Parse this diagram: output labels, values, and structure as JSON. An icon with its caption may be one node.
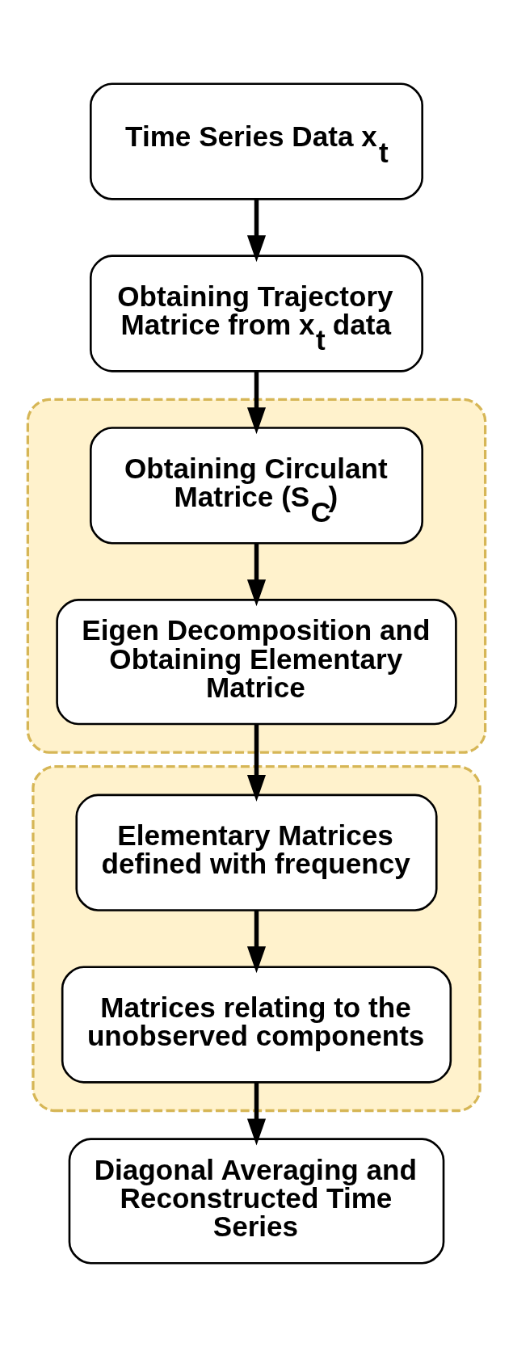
{
  "diagram": {
    "nodes": [
      {
        "text": [
          "Time Series Data x$_{t}$"
        ]
      },
      {
        "text": [
          "Obtaining Trajectory Matrice from x$_{t}$ data"
        ]
      },
      {
        "text": [],
        "shape": "box"
      },
      {
        "text": [
          "Obtaining Circulant Matrice (S$_{C}$)"
        ],
        "in": 2
      },
      {
        "text": [
          "Eigen Decomposition and Obtaining Elementary Matrice"
        ],
        "in": 2
      },
      {
        "text": [],
        "shape": "box"
      },
      {
        "text": [
          "Elementary Matrices defined with frequency"
        ],
        "in": 5
      },
      {
        "text": [
          "Matrices relating to the unobserved components"
        ],
        "in": 5
      },
      {
        "text": [
          "Diagonal Averaging and Reconstructed Time Series"
        ]
      }
    ],
    "edges": [
      {
        "from": 0,
        "to": 1,
        "arrow": "to"
      },
      {
        "from": 1,
        "to": 3,
        "arrow": "to"
      },
      {
        "from": 3,
        "to": 4,
        "arrow": "to"
      },
      {
        "from": 4,
        "to": 6,
        "arrow": "to"
      },
      {
        "from": 6,
        "to": 7,
        "arrow": "to"
      },
      {
        "from": 7,
        "to": 8,
        "arrow": "to"
      }
    ]
  }
}
